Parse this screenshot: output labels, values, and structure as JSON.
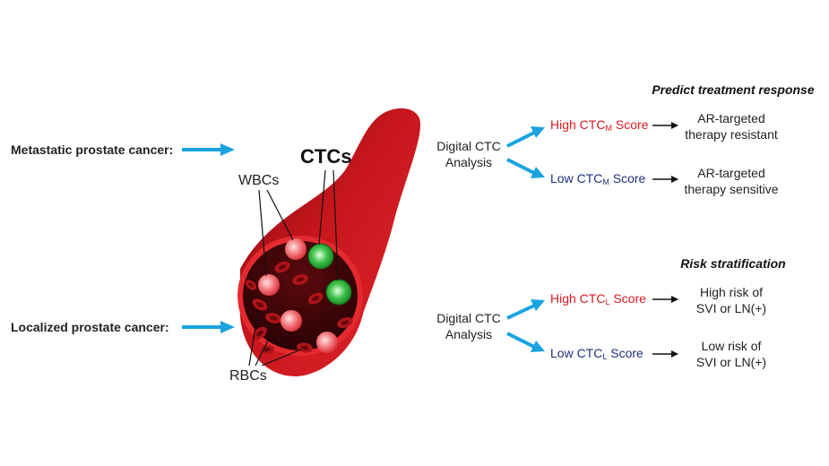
{
  "left_labels": {
    "metastatic": "Metastatic prostate cancer:",
    "localized": "Localized prostate cancer:"
  },
  "vessel_labels": {
    "wbcs": "WBCs",
    "ctcs": "CTCs",
    "rbcs": "RBCs"
  },
  "section_top": {
    "heading": "Predict treatment response",
    "analysis_line1": "Digital CTC",
    "analysis_line2": "Analysis",
    "high_prefix": "High CTC",
    "high_sub": "M",
    "high_suffix": " Score",
    "low_prefix": "Low CTC",
    "low_sub": "M",
    "low_suffix": " Score",
    "high_outcome_line1": "AR-targeted",
    "high_outcome_line2": "therapy resistant",
    "low_outcome_line1": "AR-targeted",
    "low_outcome_line2": "therapy sensitive"
  },
  "section_bottom": {
    "heading": "Risk stratification",
    "analysis_line1": "Digital CTC",
    "analysis_line2": "Analysis",
    "high_prefix": "High CTC",
    "high_sub": "L",
    "high_suffix": " Score",
    "low_prefix": "Low CTC",
    "low_sub": "L",
    "low_suffix": " Score",
    "high_outcome_line1": "High risk of",
    "high_outcome_line2": "SVI or LN(+)",
    "low_outcome_line1": "Low risk of",
    "low_outcome_line2": "SVI or LN(+)"
  },
  "colors": {
    "arrow_blue": "#1aa3e0",
    "high_red": "#d71920",
    "low_navy": "#1f2f7a",
    "vessel_red": "#c8161d"
  }
}
